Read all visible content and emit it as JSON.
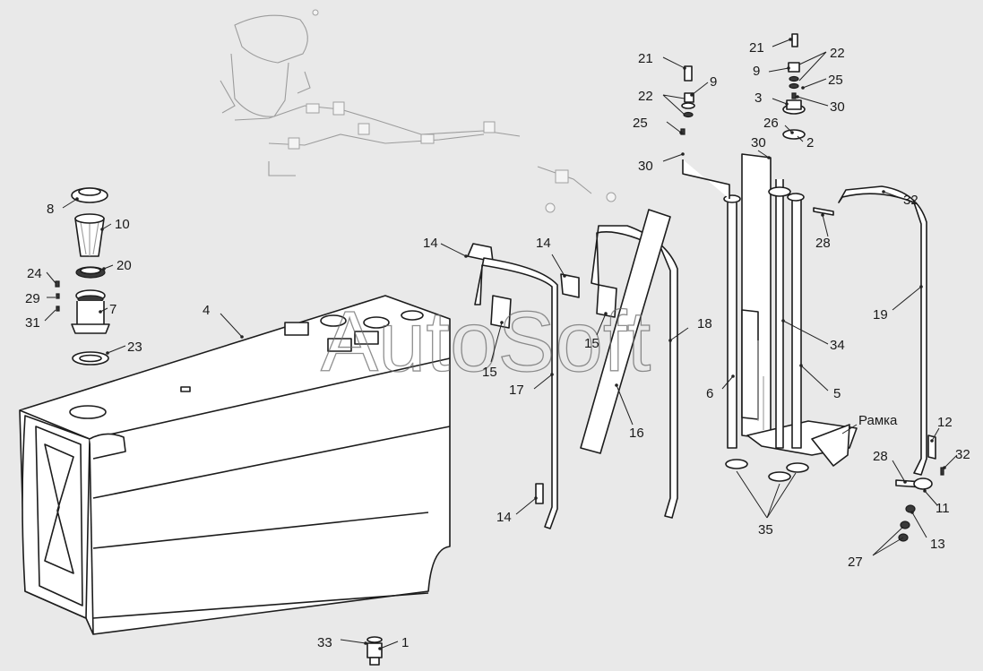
{
  "watermark": "AutoSoft",
  "callouts": [
    {
      "key": "c1",
      "text": "1"
    },
    {
      "key": "c2",
      "text": "2"
    },
    {
      "key": "c3",
      "text": "3"
    },
    {
      "key": "c4",
      "text": "4"
    },
    {
      "key": "c5",
      "text": "5"
    },
    {
      "key": "c6",
      "text": "6"
    },
    {
      "key": "c7",
      "text": "7"
    },
    {
      "key": "c8",
      "text": "8"
    },
    {
      "key": "c9a",
      "text": "9"
    },
    {
      "key": "c9b",
      "text": "9"
    },
    {
      "key": "c10",
      "text": "10"
    },
    {
      "key": "c11",
      "text": "11"
    },
    {
      "key": "c12",
      "text": "12"
    },
    {
      "key": "c13",
      "text": "13"
    },
    {
      "key": "c14a",
      "text": "14"
    },
    {
      "key": "c14b",
      "text": "14"
    },
    {
      "key": "c14c",
      "text": "14"
    },
    {
      "key": "c15a",
      "text": "15"
    },
    {
      "key": "c15b",
      "text": "15"
    },
    {
      "key": "c16",
      "text": "16"
    },
    {
      "key": "c17",
      "text": "17"
    },
    {
      "key": "c18",
      "text": "18"
    },
    {
      "key": "c19",
      "text": "19"
    },
    {
      "key": "c20",
      "text": "20"
    },
    {
      "key": "c21a",
      "text": "21"
    },
    {
      "key": "c21b",
      "text": "21"
    },
    {
      "key": "c22a",
      "text": "22"
    },
    {
      "key": "c22b",
      "text": "22"
    },
    {
      "key": "c23",
      "text": "23"
    },
    {
      "key": "c24",
      "text": "24"
    },
    {
      "key": "c25a",
      "text": "25"
    },
    {
      "key": "c25b",
      "text": "25"
    },
    {
      "key": "c26",
      "text": "26"
    },
    {
      "key": "c27",
      "text": "27"
    },
    {
      "key": "c28a",
      "text": "28"
    },
    {
      "key": "c28b",
      "text": "28"
    },
    {
      "key": "c29",
      "text": "29"
    },
    {
      "key": "c30a",
      "text": "30"
    },
    {
      "key": "c30b",
      "text": "30"
    },
    {
      "key": "c30c",
      "text": "30"
    },
    {
      "key": "c31",
      "text": "31"
    },
    {
      "key": "c32a",
      "text": "32"
    },
    {
      "key": "c32b",
      "text": "32"
    },
    {
      "key": "c33",
      "text": "33"
    },
    {
      "key": "c34",
      "text": "34"
    },
    {
      "key": "c35",
      "text": "35"
    },
    {
      "key": "frame",
      "text": "Рамка"
    }
  ]
}
